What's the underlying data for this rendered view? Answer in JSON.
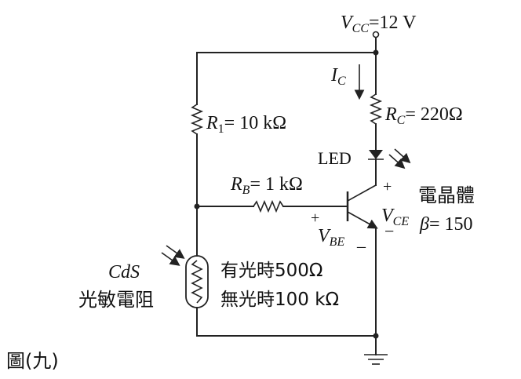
{
  "figure_caption": "圖(九)",
  "supply": {
    "symbol": "V",
    "sub": "CC",
    "value": "=12 V"
  },
  "collector_current": {
    "symbol": "I",
    "sub": "C"
  },
  "r1": {
    "symbol": "R",
    "sub": "1",
    "value": "= 10 kΩ"
  },
  "rc": {
    "symbol": "R",
    "sub": "C",
    "value": "= 220Ω"
  },
  "rb": {
    "symbol": "R",
    "sub": "B",
    "value": "= 1 kΩ"
  },
  "led": {
    "label": "LED"
  },
  "transistor": {
    "name": "電晶體",
    "beta_symbol": "β",
    "beta_value": "= 150",
    "vce_symbol": "V",
    "vce_sub": "CE",
    "vbe_symbol": "V",
    "vbe_sub": "BE",
    "plus": "+",
    "minus": "−"
  },
  "cds": {
    "label": "CdS",
    "name": "光敏電阻",
    "light_value": "有光時500Ω",
    "dark_value": "無光時100 kΩ"
  }
}
